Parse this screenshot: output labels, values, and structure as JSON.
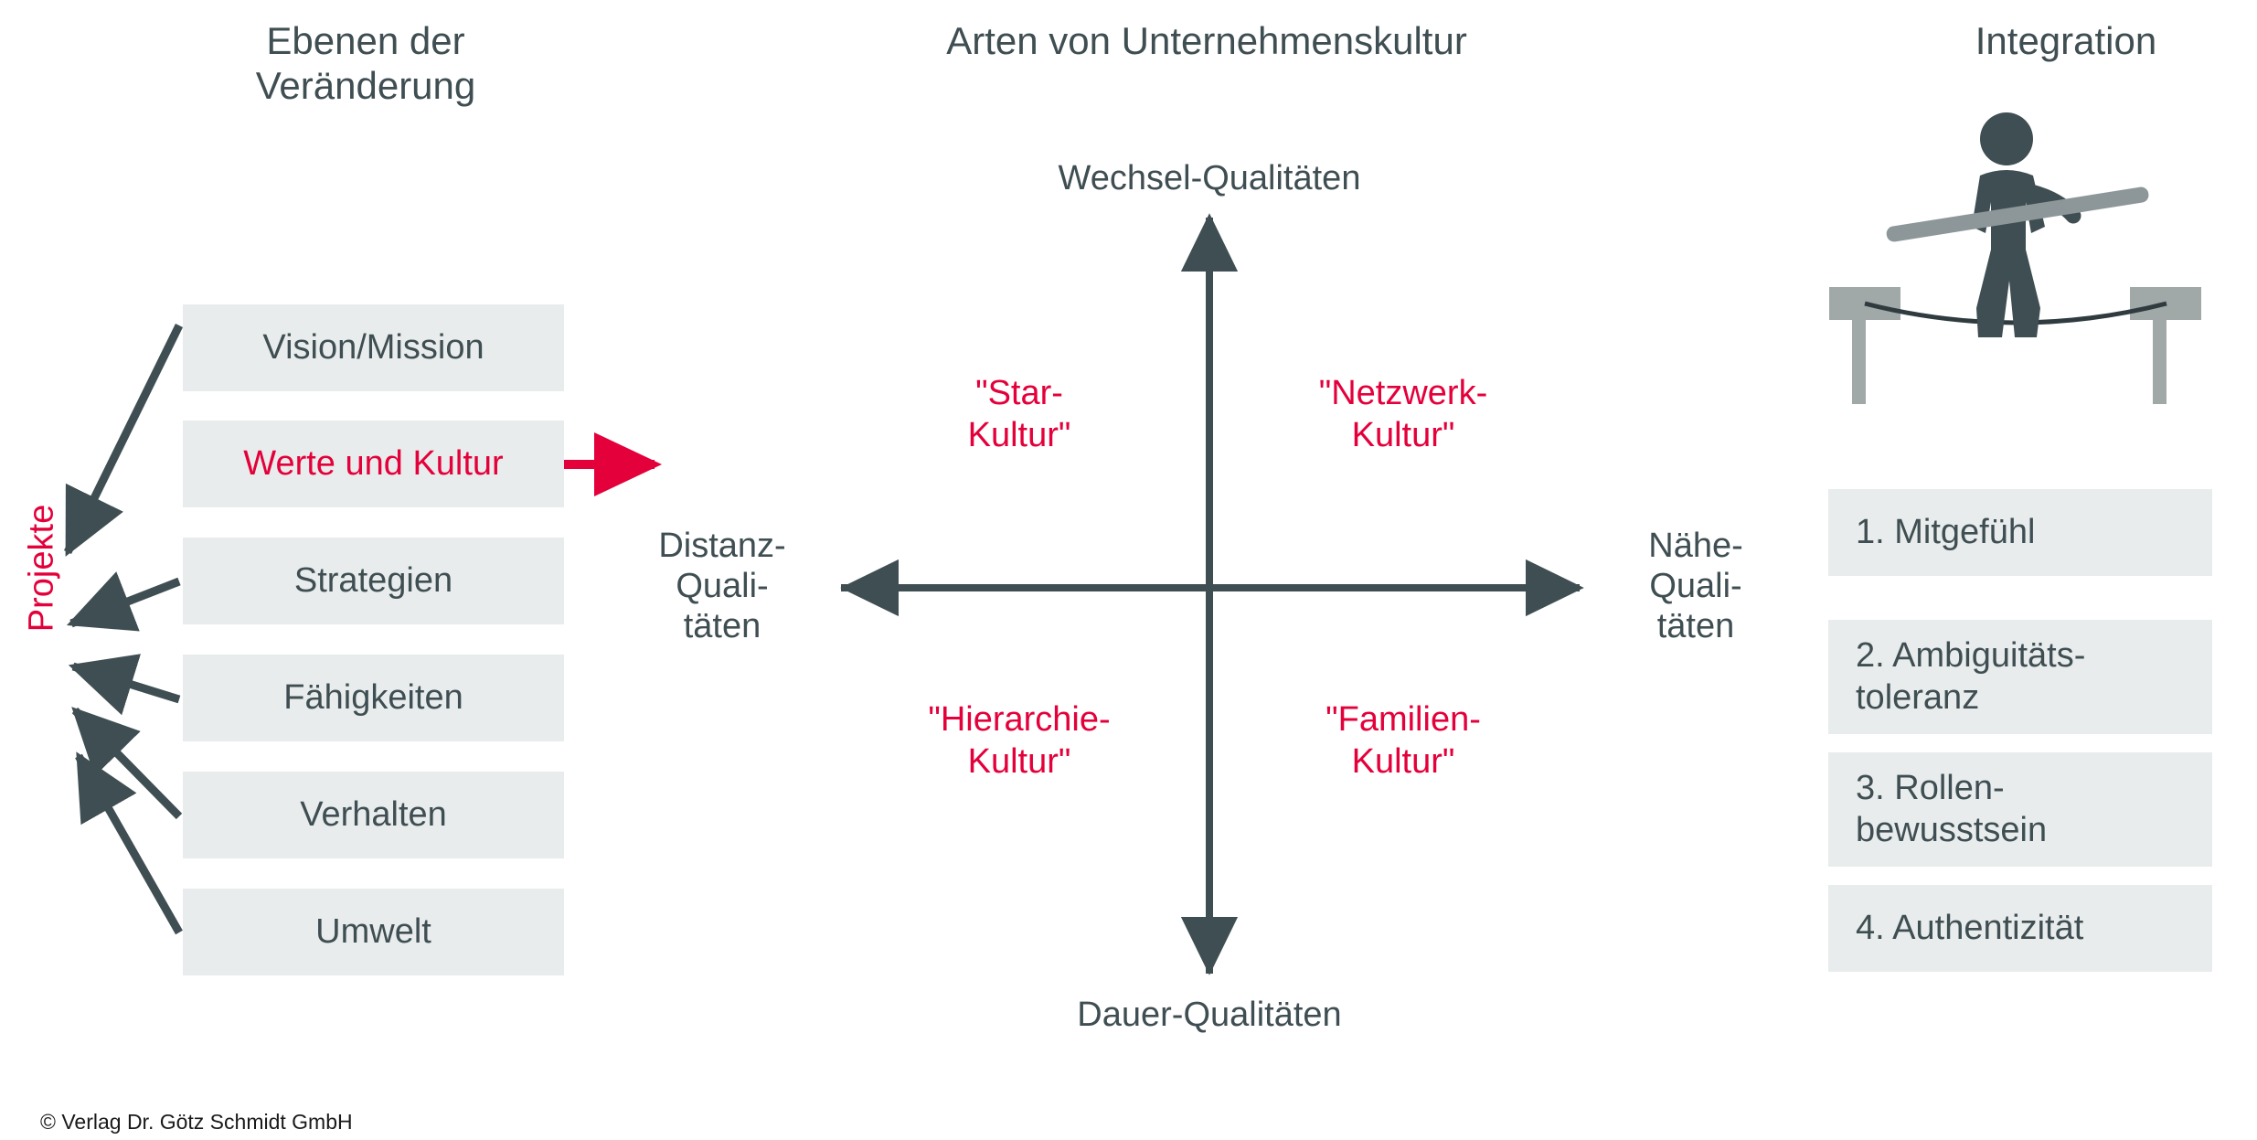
{
  "colors": {
    "ink": "#3f4e52",
    "accent_red": "#e4003a",
    "box_fill": "#e8ecec",
    "pole_gray": "#a0a8a8",
    "background": "#ffffff"
  },
  "left_panel": {
    "title": "Ebenen der\nVeränderung",
    "converge_label": "Projekte",
    "levels": [
      {
        "label": "Vision/Mission",
        "accent": false
      },
      {
        "label": "Werte und Kultur",
        "accent": true
      },
      {
        "label": "Strategien",
        "accent": false
      },
      {
        "label": "Fähigkeiten",
        "accent": false
      },
      {
        "label": "Verhalten",
        "accent": false
      },
      {
        "label": "Umwelt",
        "accent": false
      }
    ]
  },
  "middle_panel": {
    "title": "Arten von Unternehmenskultur",
    "axis_top": "Wechsel-Qualitäten",
    "axis_bottom": "Dauer-Qualitäten",
    "axis_left": "Distanz-\nQuali-\ntäten",
    "axis_right": "Nähe-\nQuali-\ntäten",
    "quadrants": {
      "top_left": "\"Star-\nKultur\"",
      "top_right": "\"Netzwerk-\nKultur\"",
      "bottom_left": "\"Hierarchie-\nKultur\"",
      "bottom_right": "\"Familien-\nKultur\""
    }
  },
  "right_panel": {
    "title": "Integration",
    "illustration": "tightrope-walker-icon",
    "items": [
      "1. Mitgefühl",
      "2. Ambiguitäts-\ntoleranz",
      "3. Rollen-\nbewusstsein",
      "4. Authentizität"
    ]
  },
  "footer": {
    "copyright": "© Verlag Dr. Götz Schmidt GmbH"
  },
  "chart_data": {
    "type": "scatter",
    "title": "Arten von Unternehmenskultur",
    "xlabel": "Distanz-Qualitäten ↔ Nähe-Qualitäten",
    "ylabel": "Dauer-Qualitäten ↔ Wechsel-Qualitäten",
    "grid": false,
    "legend": "none",
    "quadrant_labels": [
      {
        "quadrant": "top-left",
        "label": "\"Star-Kultur\"",
        "x": -0.5,
        "y": 0.5
      },
      {
        "quadrant": "top-right",
        "label": "\"Netzwerk-Kultur\"",
        "x": 0.5,
        "y": 0.5
      },
      {
        "quadrant": "bottom-left",
        "label": "\"Hierarchie-Kultur\"",
        "x": -0.5,
        "y": -0.5
      },
      {
        "quadrant": "bottom-right",
        "label": "\"Familien-Kultur\"",
        "x": 0.5,
        "y": -0.5
      }
    ],
    "xlim": [
      -1,
      1
    ],
    "ylim": [
      -1,
      1
    ]
  }
}
